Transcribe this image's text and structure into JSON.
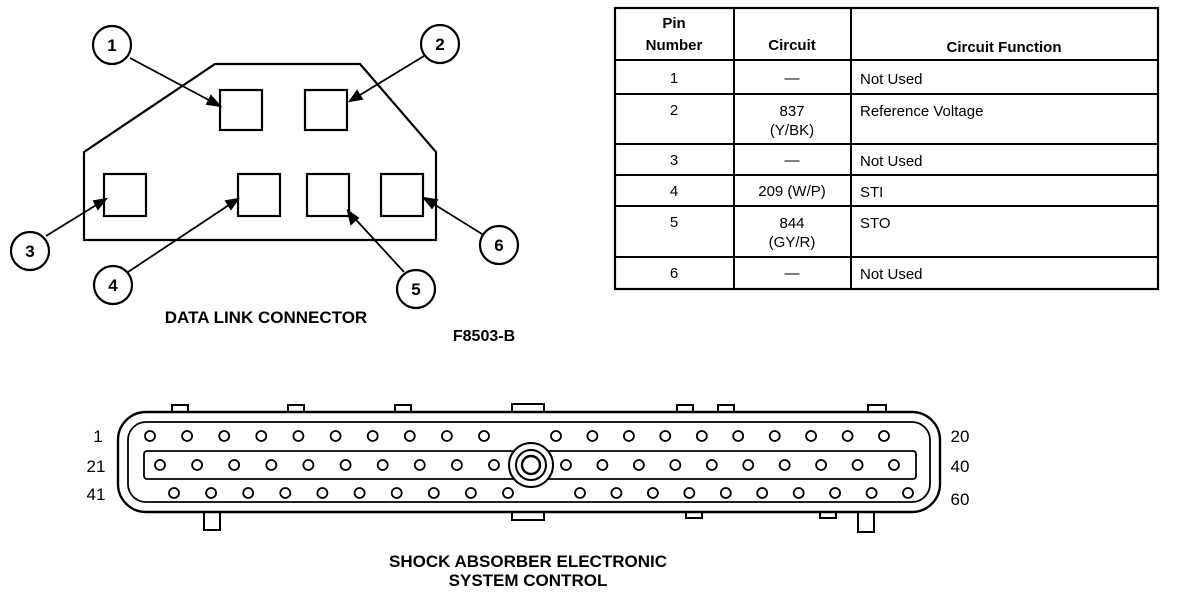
{
  "data_link_connector": {
    "caption": "DATA LINK CONNECTOR",
    "figure_code": "F8503-B",
    "callouts": [
      "1",
      "2",
      "3",
      "4",
      "5",
      "6"
    ]
  },
  "pin_table": {
    "headers": {
      "pin": [
        "Pin",
        "Number"
      ],
      "circuit": "Circuit",
      "function": "Circuit Function"
    },
    "rows": [
      {
        "pin": "1",
        "circuit": [
          "—"
        ],
        "function": "Not Used"
      },
      {
        "pin": "2",
        "circuit": [
          "837",
          "(Y/BK)"
        ],
        "function": "Reference Voltage"
      },
      {
        "pin": "3",
        "circuit": [
          "—"
        ],
        "function": "Not Used"
      },
      {
        "pin": "4",
        "circuit": [
          "209 (W/P)"
        ],
        "function": "STI"
      },
      {
        "pin": "5",
        "circuit": [
          "844",
          "(GY/R)"
        ],
        "function": "STO"
      },
      {
        "pin": "6",
        "circuit": [
          "—"
        ],
        "function": "Not Used"
      }
    ]
  },
  "module_connector": {
    "caption_line1": "SHOCK ABSORBER ELECTRONIC",
    "caption_line2": "SYSTEM CONTROL",
    "row_start_labels": [
      "1",
      "21",
      "41"
    ],
    "row_end_labels": [
      "20",
      "40",
      "60"
    ]
  }
}
